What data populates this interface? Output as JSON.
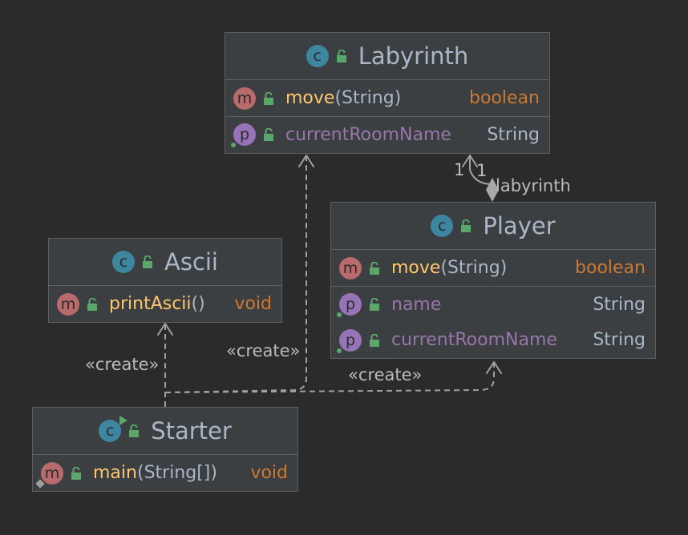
{
  "classes": {
    "labyrinth": {
      "name": "Labyrinth",
      "method": {
        "name": "move",
        "open": "(",
        "param": "String",
        "close": ")",
        "ret": "boolean"
      },
      "property": {
        "name": "currentRoomName",
        "type": "String"
      }
    },
    "player": {
      "name": "Player",
      "method": {
        "name": "move",
        "open": "(",
        "param": "String",
        "close": ")",
        "ret": "boolean"
      },
      "properties": [
        {
          "name": "name",
          "type": "String"
        },
        {
          "name": "currentRoomName",
          "type": "String"
        }
      ]
    },
    "ascii": {
      "name": "Ascii",
      "method": {
        "name": "printAscii",
        "parens": "()",
        "ret": "void"
      }
    },
    "starter": {
      "name": "Starter",
      "method": {
        "name": "main",
        "open": "(",
        "param": "String[]",
        "close": ")",
        "ret": "void"
      }
    }
  },
  "edge_labels": {
    "create_ascii": "«create»",
    "create_labyrinth": "«create»",
    "create_player": "«create»",
    "mult_left": "1",
    "mult_right": "1",
    "association_role": "labyrinth"
  },
  "badges": {
    "class": "c",
    "method": "m",
    "property": "p"
  },
  "colors": {
    "background": "#2b2b2b",
    "node_fill": "#3c3f41",
    "class_badge": "#3e86a0",
    "method_badge": "#b96a6a",
    "property_badge": "#9774b7",
    "method_name": "#ffc66d",
    "property_name": "#9876aa",
    "return_type": "#cc7832",
    "edge": "#9e9e9e",
    "public_lock": "#59a869"
  }
}
